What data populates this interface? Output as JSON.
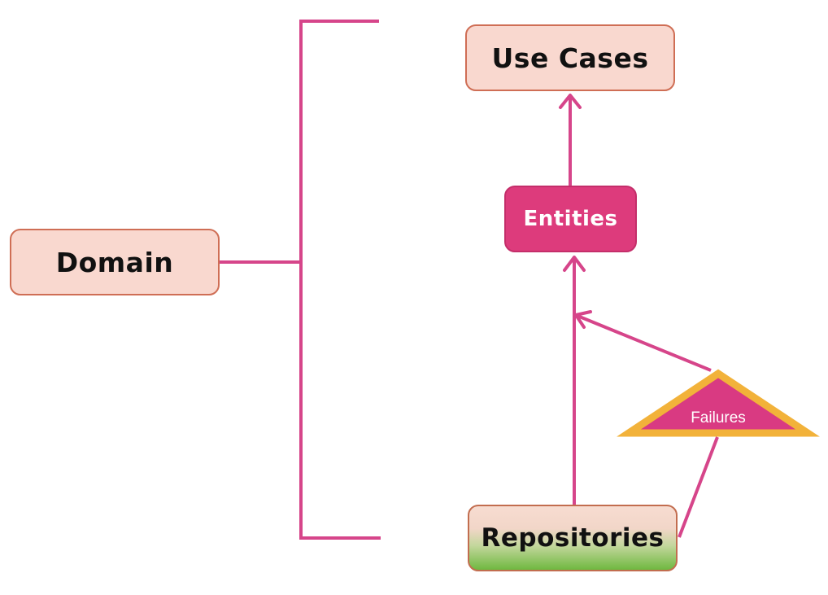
{
  "diagram": {
    "nodes": {
      "domain": "Domain",
      "use_cases": "Use Cases",
      "entities": "Entities",
      "repositories": "Repositories",
      "failures": "Failures"
    },
    "colors": {
      "connector": "#d6458a",
      "light_box_fill": "#f9d8cf",
      "light_box_border": "#cf6e55",
      "entities_fill": "#dd3b7c",
      "repositories_gradient_bottom": "#6fb840",
      "failures_fill": "#d93a82",
      "failures_border": "#f2b23a"
    }
  }
}
